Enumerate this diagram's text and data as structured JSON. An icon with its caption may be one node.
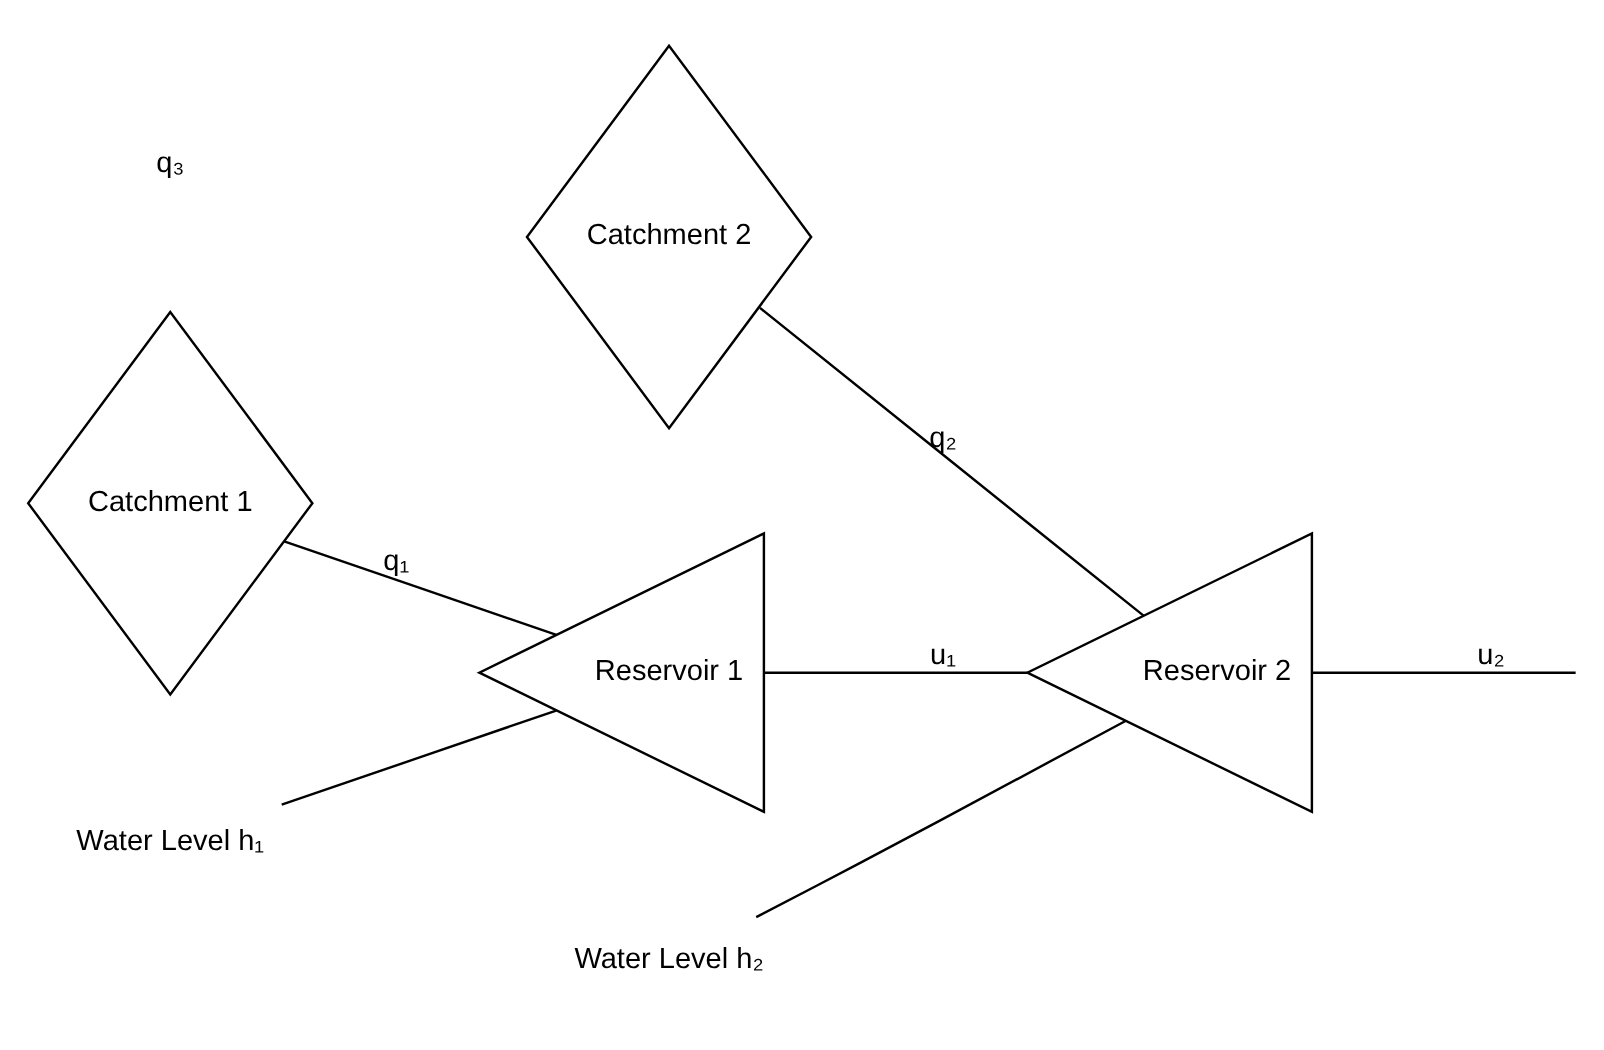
{
  "diagram": {
    "nodes": [
      {
        "text": [
          "Catchment 2"
        ]
      },
      {
        "text": [
          "Catchment 1"
        ]
      },
      {
        "text": [
          "Reservoir 1"
        ]
      },
      {
        "text": [
          "Reservoir 2"
        ]
      },
      {
        "text": [
          "Water Level h₁"
        ]
      },
      {
        "text": [
          "Water Level h₂"
        ]
      }
    ],
    "edges": [
      {
        "from": 1,
        "to": 2,
        "arrow": "none",
        "label": "q₁"
      },
      {
        "from": 2,
        "to": 3,
        "arrow": "none",
        "label": "u₁"
      },
      {
        "from": 0,
        "to": 3,
        "arrow": "none",
        "label": "q₂"
      },
      {
        "from": 3,
        "to": null,
        "arrow": "none",
        "label": "u₂"
      },
      {
        "from": 4,
        "to": 2,
        "arrow": "none"
      },
      {
        "from": 5,
        "to": 3,
        "arrow": "none"
      }
    ],
    "labels": [
      "q₃"
    ]
  }
}
